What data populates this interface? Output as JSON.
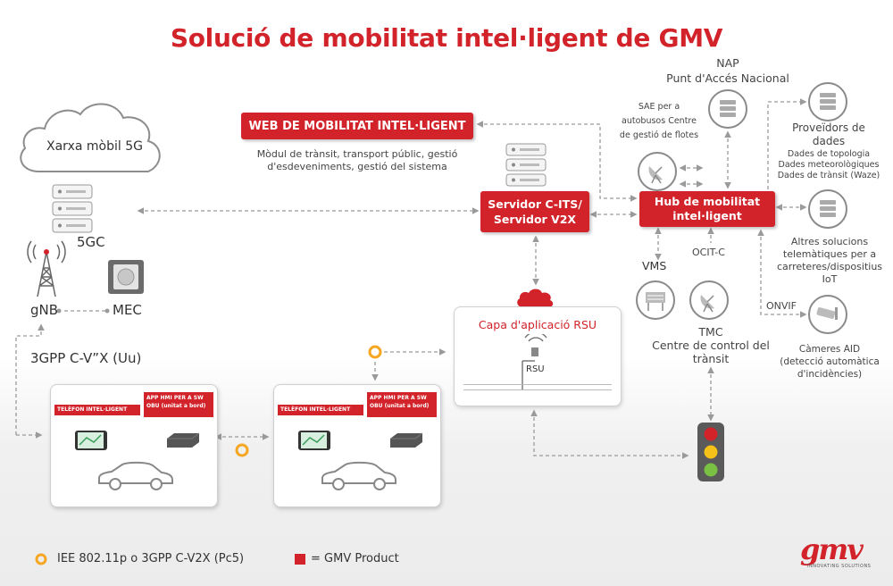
{
  "title": "Solució de mobilitat intel·ligent de GMV",
  "cloud_5g": "Xarxa mòbil 5G",
  "label_5gc": "5GC",
  "label_gnb": "gNB",
  "label_mec": "MEC",
  "label_uu": "3GPP C-V”X (Uu)",
  "web_box": "WEB DE MOBILITAT INTEL·LIGENT",
  "web_desc": [
    "Mòdul de trànsit, transport públic, gestió",
    "d'esdeveniments, gestió del sistema"
  ],
  "servidor": [
    "Servidor C-ITS/",
    "Servidor V2X"
  ],
  "hub": [
    "Hub de mobilitat",
    "intel·ligent"
  ],
  "nap": [
    "NAP",
    "Punt d'Accés Nacional"
  ],
  "sae": [
    "SAE per a",
    "autobusos Centre",
    "de gestió de flotes"
  ],
  "proveidors": [
    "Proveïdors de",
    "dades"
  ],
  "proveidors_items": [
    "Dades de topologia",
    "Dades meteorològiques",
    "Dades de trànsit (Waze)"
  ],
  "altres": [
    "Altres solucions",
    "telemàtiques per a",
    "carreteres/dispositius",
    "IoT"
  ],
  "label_vms": "VMS",
  "label_ocit": "OCIT-C",
  "tmc": [
    "TMC",
    "Centre de control del",
    "trànsit"
  ],
  "label_onvif": "ONVIF",
  "cameres": [
    "Càmeres AID",
    "(detecció automàtica",
    "d'incidències)"
  ],
  "capa_rsu": "Capa d'aplicació RSU",
  "label_rsu": "RSU",
  "vehicle_tag_phone": "TELÈFON INTEL·LIGENT",
  "vehicle_tag_app": [
    "APP HMI PER A SW",
    "OBU (unitat a bord)"
  ],
  "legend_its": "IEE 802.11p o 3GPP C-V2X (Pc5)",
  "legend_gmv": "= GMV Product",
  "logo_text": "gmv",
  "logo_sub": "INNOVATING SOLUTIONS",
  "colors": {
    "brand_red": "#d2232a",
    "line_gray": "#9a9a9a",
    "accent_orange": "#f5a623"
  }
}
